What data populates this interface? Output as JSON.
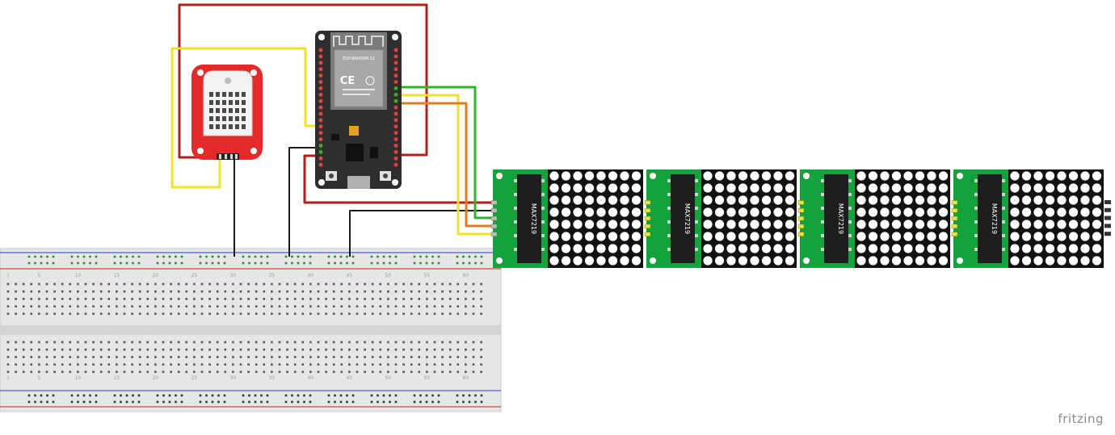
{
  "brand": {
    "name": "fritzing"
  },
  "esp32": {
    "module_label": "ESP-WROOM-32"
  },
  "matrix": {
    "chip_label": "MAX7219",
    "modules": 4
  },
  "breadboard": {
    "column_numbers": [
      "1",
      "5",
      "10",
      "15",
      "20",
      "25",
      "30",
      "35",
      "40",
      "45",
      "50",
      "55",
      "60"
    ]
  },
  "colors": {
    "wire_red": "#b11e1e",
    "wire_yellow": "#f2e12a",
    "wire_green": "#2bb52b",
    "wire_orange": "#e07a1f",
    "wire_black": "#1a1a1a",
    "sensor_red": "#e32b2b",
    "pcb_green": "#14a23a",
    "esp_board": "#2e2e2e"
  }
}
